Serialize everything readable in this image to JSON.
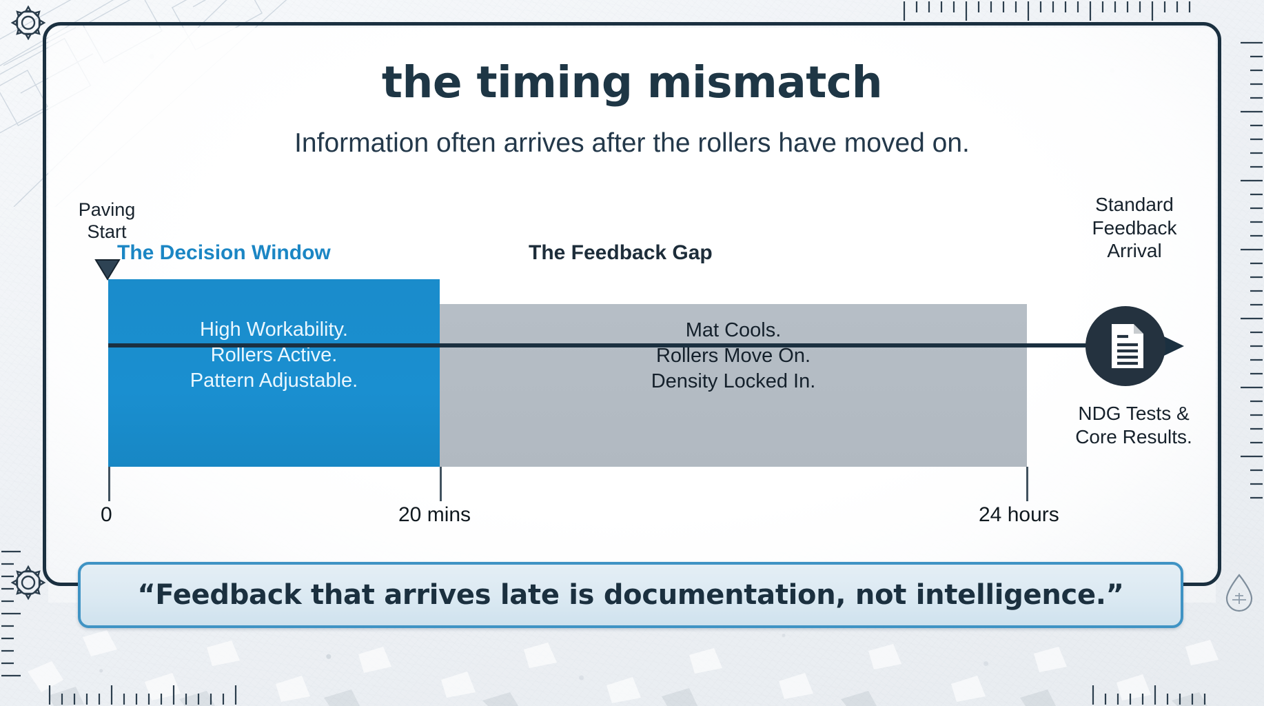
{
  "header": {
    "title": "the timing mismatch",
    "subtitle": "Information often arrives after the rollers have moved on."
  },
  "timeline": {
    "start_marker_label": "Paving\nStart",
    "start_marker_line1": "Paving",
    "start_marker_line2": "Start",
    "segments": [
      {
        "name": "decision-window",
        "label": "The Decision Window",
        "label_color": "#1b86c4",
        "fill_color": "#1a8fce",
        "body_lines": [
          "High Workability.",
          "Rollers Active.",
          "Pattern Adjustable."
        ],
        "start_tick": "0",
        "end_tick": "20 mins"
      },
      {
        "name": "feedback-gap",
        "label": "The Feedback Gap",
        "label_color": "#1d2d3a",
        "fill_color": "#b4bcc4",
        "body_lines": [
          "Mat Cools.",
          "Rollers Move On.",
          "Density Locked In."
        ],
        "start_tick": "20 mins",
        "end_tick": "24 hours"
      }
    ],
    "ticks": [
      {
        "label": "0"
      },
      {
        "label": "20 mins"
      },
      {
        "label": "24 hours"
      }
    ],
    "endpoint": {
      "title_lines": [
        "Standard",
        "Feedback",
        "Arrival"
      ],
      "icon": "document-icon",
      "caption_lines": [
        "NDG Tests &",
        "Core Results."
      ]
    }
  },
  "quote": {
    "text": "“Feedback that arrives late is documentation, not intelligence.”"
  },
  "decor": {
    "gear_top_left": "gear-icon",
    "gear_bottom_left": "gear-icon",
    "droplet_bottom_right": "droplet-icon",
    "accent_blue": "#1a8fce",
    "frame_color": "#1b3040",
    "gray_fill": "#b4bcc4"
  }
}
